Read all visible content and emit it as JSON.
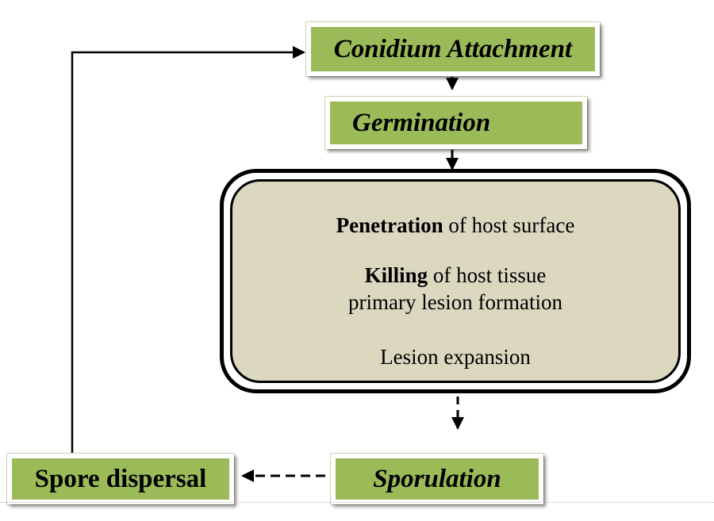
{
  "nodes": {
    "conidium_attachment": "Conidium Attachment",
    "germination": "Germination",
    "sporulation": "Sporulation",
    "spore_dispersal": "Spore dispersal"
  },
  "infection": {
    "penetration_bold": "Penetration",
    "penetration_rest": " of host surface",
    "killing_bold": "Killing",
    "killing_rest": " of host tissue",
    "primary_lesion": "primary lesion formation",
    "lesion_expansion": "Lesion expansion"
  },
  "colors": {
    "node_fill": "#9bbb59",
    "infection_fill": "#dcd8c0",
    "line": "#000000"
  }
}
